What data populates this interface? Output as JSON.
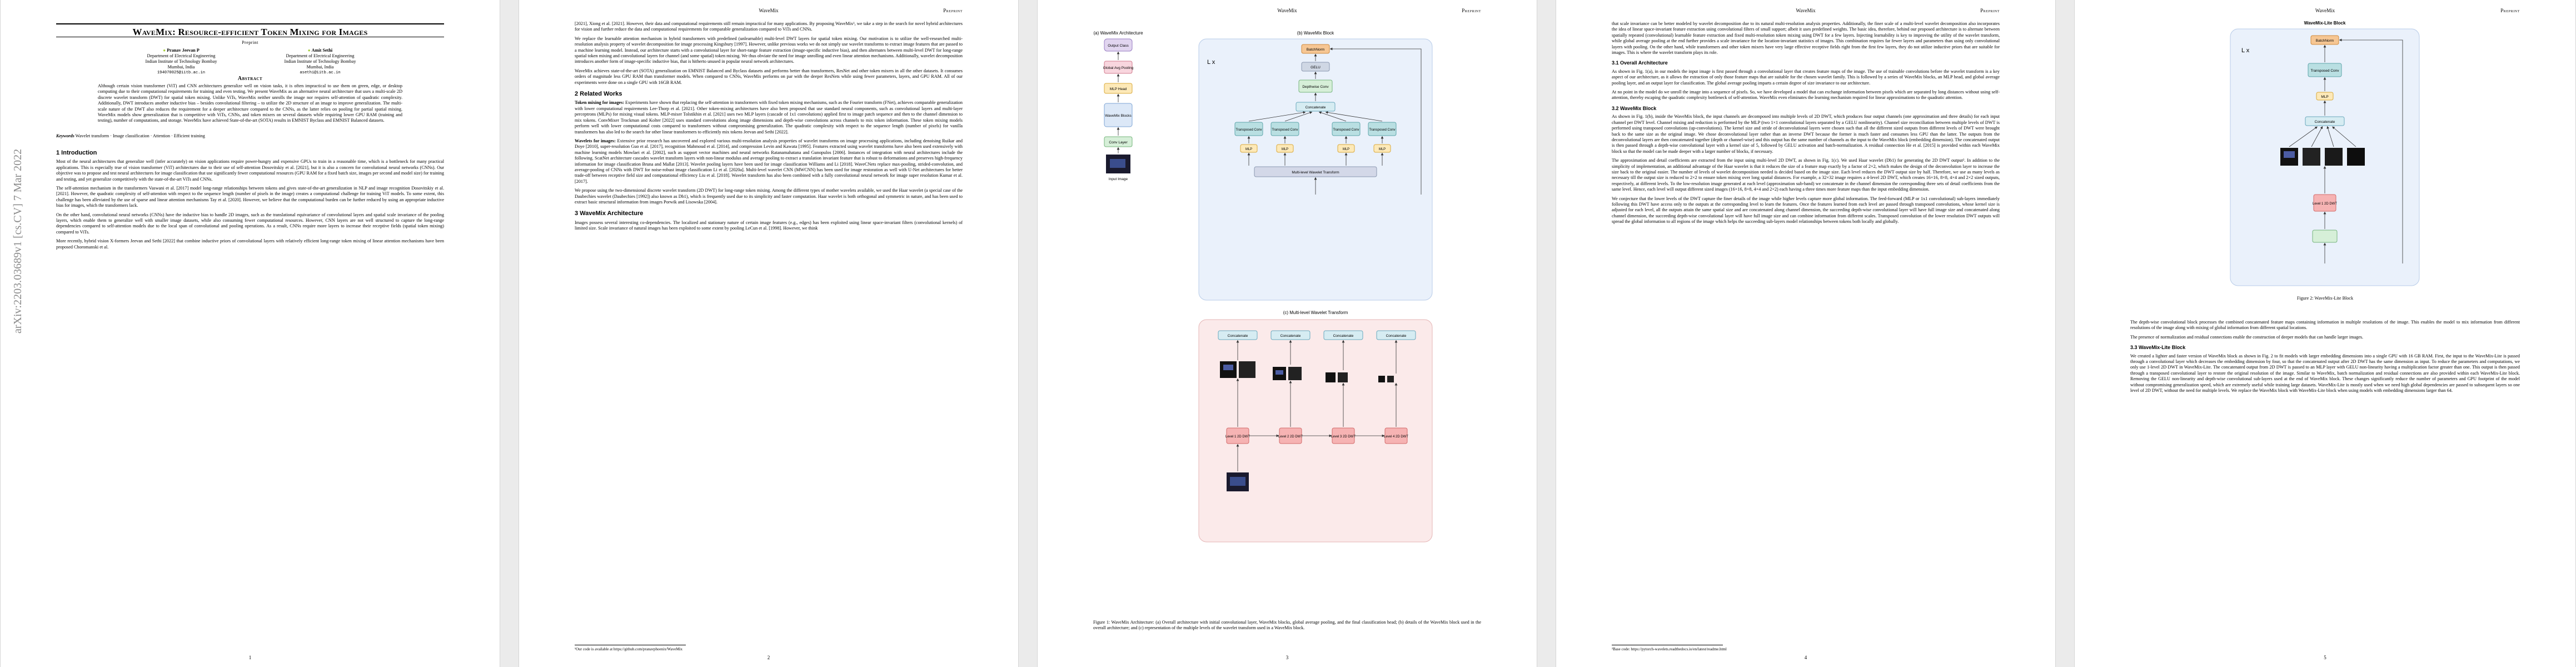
{
  "running_head": {
    "title": "WaveMix",
    "tag": "Preprint"
  },
  "page1": {
    "arxiv_stamp": "arXiv:2203.03689v1  [cs.CV]  7 Mar 2022",
    "title": "WaveMix: Resource-efficient Token Mixing for Images",
    "tag": "Preprint",
    "author1": {
      "name": "Pranav Jeevan P",
      "dept": "Department of Electrical Engineering",
      "inst": "Indian Institute of Technology Bombay",
      "city": "Mumbai, India",
      "email": "194070025@iitb.ac.in"
    },
    "author2": {
      "name": "Amit Sethi",
      "dept": "Department of Electrical Engineering",
      "inst": "Indian Institute of Technology Bombay",
      "city": "Mumbai, India",
      "email": "asethi@iitb.ac.in"
    },
    "abstract_heading": "Abstract",
    "abstract": "Although certain vision transformer (ViT) and CNN architectures generalize well on vision tasks, it is often impractical to use them on green, edge, or desktop computing due to their computational requirements for training and even testing. We present WaveMix as an alternative neural architecture that uses a multi-scale 2D discrete wavelet transform (DWT) for spatial token mixing. Unlike ViTs, WaveMix neither unrolls the image nor requires self-attention of quadratic complexity. Additionally, DWT introduces another inductive bias – besides convolutional filtering – to utilize the 2D structure of an image to improve generalization. The multi-scale nature of the DWT also reduces the requirement for a deeper architecture compared to the CNNs, as the latter relies on pooling for partial spatial mixing. WaveMix models show generalization that is competitive with ViTs, CNNs, and token mixers on several datasets while requiring lower GPU RAM (training and testing), number of computations, and storage. WaveMix have achieved State-of-the-art (SOTA) results in EMNIST Byclass and EMNIST Balanced datasets.",
    "keywords_label": "Keywords",
    "keywords": "Wavelet transform · Image classification · Attention · Efficient training",
    "sec1": "1   Introduction",
    "p1": "Most of the neural architectures that generalize well (infer accurately) on vision applications require power-hungry and expensive GPUs to train in a reasonable time, which is a bottleneck for many practical applications. This is especially true of vision transformer (ViT) architectures due to their use of self-attention Dosovitskiy et al. [2021], but it is also a concern for convolutional neural networks (CNNs). Our objective was to propose and test neural architectures for image classification that use significantly fewer computational resources (GPU RAM for a fixed batch size, images per second and model size) for training and testing, and yet generalize competitively with the state-of-the-art ViTs and CNNs.",
    "p2": "The self-attention mechanism in the transformers Vaswani et al. [2017] model long-range relationships between tokens and gives state-of-the-art generalization in NLP and image recognition Dosovitskiy et al. [2021]. However, the quadratic complexity of self-attention with respect to the sequence length (number of pixels in the image) creates a computational challenge for training ViT models. To some extent, this challenge has been alleviated by the use of sparse and linear attention mechanisms Tay et al. [2020]. However, we believe that the computational burden can be further reduced by using an appropriate inductive bias for images, which the transformers lack.",
    "p3": "On the other hand, convolutional neural networks (CNNs) have the inductive bias to handle 2D images, such as the translational equivariance of convolutional layers and spatial scale invariance of the pooling layers, which enable them to generalize well with smaller image datasets, while also consuming fewer computational resources. However, CNN layers are not well structured to capture the long-range dependencies compared to self-attention models due to the local span of convolutional and pooling operations. As a result, CNNs require more layers to increase their receptive fields (spatial token mixing) compared to ViTs.",
    "p4": "More recently, hybrid vision X-formers Jeevan and Sethi [2022] that combine inductive priors of convolutional layers with relatively efficient long-range token mixing of linear attention mechanisms have been proposed Choromanski et al.",
    "page_num": "1"
  },
  "page2": {
    "p1": "[2021], Xiong et al. [2021]. However, their data and computational requirements still remain impractical for many applications. By proposing WaveMix¹, we take a step in the search for novel hybrid architectures for vision and further reduce the data and computational requirements for comparable generalization compared to ViTs and CNNs.",
    "p2": "We replace the learnable attention mechanism in hybrid transformers with predefined (unlearnable) multi-level DWT layers for spatial token mixing. Our motivation is to utilize the well-researched multi-resolution analysis property of wavelet decomposition for image processing Kingsbury [1997]. However, unlike previous works we do not simply use wavelet transforms to extract image features that are passed to a machine learning model. Instead, our architecture starts with a convolutional layer for short-range feature extraction (image-specific inductive bias), and then alternates between multi-level DWT for long-range spatial token mixing and convolutional layers for channel (and some spatial) token mixing. We thus obviate the need for image unrolling and even linear attention mechanisms. Additionally, wavelet decomposition introduces another form of image-specific inductive bias, that is hitherto unused in popular neural network architectures.",
    "p3": "WaveMix achieves state-of-the-art (SOTA) generalization on EMNIST Balanced and Byclass datasets and performs better than transformers, ResNet and other token mixers in all the other datasets. It consumes orders of magnitude less GPU RAM than transformer models. When compared to CNNs, WaveMix performs on par with the deeper ResNets while using fewer parameters, layers, and GPU RAM. All of our experiments were done on a single GPU with 16GB RAM.",
    "sec2": "2   Related Works",
    "rw1_label": "Token mixing for images:",
    "rw1": "Experiments have shown that replacing the self-attention in transformers with fixed token mixing mechanisms, such as the Fourier transform (FNet), achieves comparable generalization with lower computational requirements Lee-Thorp et al. [2021]. Other token-mixing architectures have also been proposed that use standard neural components, such as convolutional layers and multi-layer perceptrons (MLPs) for mixing visual tokens. MLP-mixer Tolstikhin et al. [2021] uses two MLP layers (cascade of 1x1 convolutions) applied first to image patch sequence and then to the channel dimension to mix tokens. ConvMixer Trockman and Kolter [2022] uses standard convolutions along image dimensions and depth-wise convolutions across channels to mix token information. These token mixing models perform well with lower computational costs compared to transformers without compromising generalization. The quadratic complexity with respect to the sequence length (number of pixels) for vanilla transformers has also led to the search for other linear transformers to efficiently mix tokens Jeevan and Sethi [2022].",
    "rw2_label": "Wavelets for images:",
    "rw2": "Extensive prior research has uncovered and explored various multi-resolution analysis properties of wavelet transforms on image processing applications, including denoising Ruikar and Doye [2010], super-resolution Guo et al. [2017], recognition Mahmoud et al. [2014], and compression Levin and Kawata [1995]. Features extracted using wavelet transforms have also been used extensively with machine learning models Mowlaei et al. [2002], such as support vector machines and neural networks Ratanamahatana and Gunopulos [2006]. Instances of integration with neural architectures include the following. ScatNet architecture cascades wavelet transform layers with non-linear modulus and average pooling to extract a translation invariant feature that is robust to deformations and preserves high-frequency information for image classification Bruna and Mallat [2013]. Wavelet pooling layers have been used for image classification Williams and Li [2018]. WaveCNets replace max-pooling, strided-convolution, and average-pooling of CNNs with DWT for noise-robust image classification Li et al. [2020a]. Multi-level wavelet CNN (MWCNN) has been used for image restoration as well with U-Net architectures for better trade-off between receptive field size and computational efficiency Liu et al. [2018]. Wavelet transform has also been combined with a fully convolutional neural network for image super resolution Kumar et al. [2017].",
    "p4": "We propose using the two-dimensional discrete wavelet transform (2D DWT) for long-range token mixing. Among the different types of mother wavelets available, we used the Haar wavelet (a special case of the Daubechies wavelet (Daubechies [1992]) also known as Db1), which is frequently used due to its simplicity and faster computation. Haar wavelet is both orthogonal and symmetric in nature, and has been used to extract basic structural information from images Porwik and Lisowska [2004].",
    "sec3": "3   WaveMix Architecture",
    "p5": "Images possess several interesting co-dependencies. The localized and stationary nature of certain image features (e.g., edges) has been exploited using linear space-invariant filters (convolutional kernels) of limited size. Scale invariance of natural images has been exploited to some extent by pooling LeCun et al. [1998]. However, we think",
    "footnote": "¹Our code is available at https://github.com/pranavphoenix/WaveMix",
    "page_num": "2"
  },
  "page3": {
    "fig_labels": {
      "a": "(a) WaveMix Architecture",
      "b": "(b) WaveMix Block",
      "c": "(c) Multi-level Wavelet Transform",
      "output_class": "Output Class",
      "global_pool": "Global Avg Pooling",
      "mlp_head": "MLP Head",
      "wavemix_blocks": "WaveMix Blocks",
      "conv_layer": "Conv Layer",
      "input_image": "Input Image",
      "lx": "L x",
      "batchnorm": "BatchNorm",
      "gelu": "GELU",
      "depthwise": "Depthwise Conv",
      "concatenate": "Concatenate",
      "transposed": "Transposed Conv",
      "mlp": "MLP",
      "multilevel": "Multi-level Wavelet Transform",
      "level1": "Level 1 2D DWT",
      "level2": "Level 2 2D DWT",
      "level3": "Level 3 2D DWT",
      "level4": "Level 4 2D DWT"
    },
    "caption": "Figure 1: WaveMix Architecture: (a) Overall architecture with initial convolutional layer, WaveMix blocks, global average pooling, and the final classification head; (b) details of the WaveMix block used in the overall architecture; and (c) representation of the multiple levels of the wavelet transform used in a WaveMix block.",
    "page_num": "3"
  },
  "page4": {
    "p1": "that scale invariance can be better modeled by wavelet decomposition due to its natural multi-resolution analysis properties. Additionally, the finer scale of a multi-level wavelet decomposition also incorporates the idea of linear space-invariant feature extraction using convolutional filters of small support; albeit it uses predefined weights. The basic idea, therefore, behind our proposed architecture is to alternate between spatially repeated (convolutional) learnable feature extraction and fixed multi-resolution token mixing using DWT for a few layers. Injecting learnability is key to improving the utility of the wavelet transform, while global average pooling at the end further provides a scale invariance for the location-invariant statistics of images. This combination requires far fewer layers and parameters than using only convolutional layers with pooling. On the other hand, while transformers and other token mixers have very large effective receptive fields right from the first few layers, they do not utilize inductive priors that are suitable for images. This is where the wavelet transform plays its role.",
    "sub1": "3.1   Overall Architecture",
    "p2": "As shown in Fig. 1(a), in our models the input image is first passed through a convolutional layer that creates feature maps of the image. The use of trainable convolutions before the wavelet transform is a key aspect of our architecture, as it allows the extraction of only those feature maps that are suitable for the chosen wavelet family. This is followed by a series of WaveMix blocks, an MLP head, and global average pooling layer, and an output layer for classification. The global average pooling imparts a certain degree of size invariance to our architecture.",
    "p3": "At no point in the model do we unroll the image into a sequence of pixels. So, we have developed a model that can exchange information between pixels which are separated by long distances without using self-attention, thereby escaping the quadratic complexity bottleneck of self-attention. WaveMix even eliminates the learning mechanism required for linear approximations to the quadratic attention.",
    "sub2": "3.2   WaveMix Block",
    "p4": "As shown in Fig. 1(b), inside the WaveMix block, the input channels are decomposed into multiple levels of 2D DWT, which produces four output channels (one approximation and three details) for each input channel per DWT level. Channel mixing and reduction is performed by the MLP (two 1×1 convolutional layers separated by a GELU nonlinearity). Channel size reconciliation between multiple levels of DWT is performed using transposed convolutions (up-convolutions). The kernel size and stride of deconvolutional layers were chosen such that all the different sized outputs from different levels of DWT were brought back to the same size as the original image. We chose deconvolutional layer rather than an inverse DWT because the former is much faster and consumes less GPU than the latter. The outputs from the deconvolutional layers are then concatenated together (depth or channel-wise) and this output has the same number of channels as the input to the WaveMix block (embedding dimension). The concatenated output is then passed through a depth-wise convolutional layer with a kernel size of 5, followed by GELU activation and batch-normalization. A residual connection He et al. [2015] is provided within each WaveMix block so that the model can be made deeper with a larger number of blocks, if necessary.",
    "p5": "The approximation and detail coefficients are extracted from the input using multi-level 2D DWT, as shown in Fig. 1(c). We used Haar wavelet (Db1) for generating the 2D DWT output². In addition to the simplicity of implementation, an additional advantage of the Haar wavelet is that it reduces the size of a feature map exactly by a factor of 2×2, which makes the design of the deconvolution layer to increase the size back to the original easier. The number of levels of wavelet decomposition needed is decided based on the image size. Each level reduces the DWT output size by half. Therefore, we use as many levels as necessary till the output size is reduced to 2×2 to ensure token mixing over long spatial distances. For example, a 32×32 image requires a 4-level 2D DWT, which creates 16×16, 8×8, 4×4 and 2×2 sized outputs, respectively, at different levels. To the low-resolution image generated at each level (approximation sub-band) we concatenate in the channel dimension the corresponding three sets of detail coefficients from the same level. Hence, each level will output different sized images (16×16, 8×8, 4×4 and 2×2) each having a three times more feature maps than the input embedding dimension.",
    "p6": "We conjecture that the lower levels of the DWT capture the finer details of the image while higher levels capture more global information. The feed-forward (MLP or 1x1 convolutional) sub-layers immediately following this DWT have access only to the outputs at the corresponding level to learn the features. Once the features learned from each level are passed through transposed convolutions, whose kernel size is adjusted for each level, all the outputs attain the same spatial size and are concatenated along channel dimension, the succeeding depth-wise convolutional layer will have full image size and concatenated along channel dimension, the succeeding depth-wise convolutional layer will have full image size and can combine information from different scales. Transposed convolution of the lower resolution DWT outputs will spread the global information to all regions of the image which helps the succeeding sub-layers model relationships between tokens both locally and globally.",
    "footnote": "²Base code: https://pytorch-wavelets.readthedocs.io/en/latest/readme.html",
    "page_num": "4"
  },
  "page5": {
    "fig_title": "WaveMix-Lite Block",
    "fig_labels": {
      "lx": "L x",
      "batchnorm": "BatchNorm",
      "transposed": "Transposed Conv",
      "mlp": "MLP",
      "concatenate": "Concatenate",
      "level1": "Level 1 2D DWT"
    },
    "caption": "Figure 2: WaveMix-Lite Block",
    "p1": "The depth-wise convolutional block processes the combined concatenated feature maps containing information in multiple resolutions of the image. This enables the model to mix information from different resolutions of the image along with mixing of global information from different spatial locations.",
    "p2": "The presence of normalization and residual connections enable the construction of deeper models that can handle larger images.",
    "sub": "3.3   WaveMix-Lite Block",
    "p3": "We created a lighter and faster version of WaveMix block as shown in Fig. 2 to fit models with larger embedding dimensions into a single GPU with 16 GB RAM. First, the input to the WaveMix-Lite is passed through a convolutional layer which decreases the embedding dimension by four, so that the concatenated output after 2D DWT has the same dimension as input. To reduce the parameters and computations, we only use 1-level 2D DWT in WaveMix-Lite. The concatenated output from 2D DWT is passed to an MLP layer with GELU non-linearity having a multiplication factor greater than one. This output is then passed through a transposed convolutional layer to restore the original resolution of the image. Similar to WaveMix, batch normalization and residual connections are also provided within each WaveMix-Lite block. Removing the GELU non-linearity and depth-wise convolutional sub-layers used at the end of WaveMix block. These changes significantly reduce the number of parameters and GPU footprint of the model without compromising generalization speed, which are extremely useful while training large datasets. WaveMix-Lite is mostly used when we need high global dependencies are passed to subsequent layers so one level of 2D DWT, without the need for multiple levels. We replace the WaveMix block with WaveMix-Lite block when using models with embedding dimensions larger than 64.",
    "page_num": "5"
  }
}
